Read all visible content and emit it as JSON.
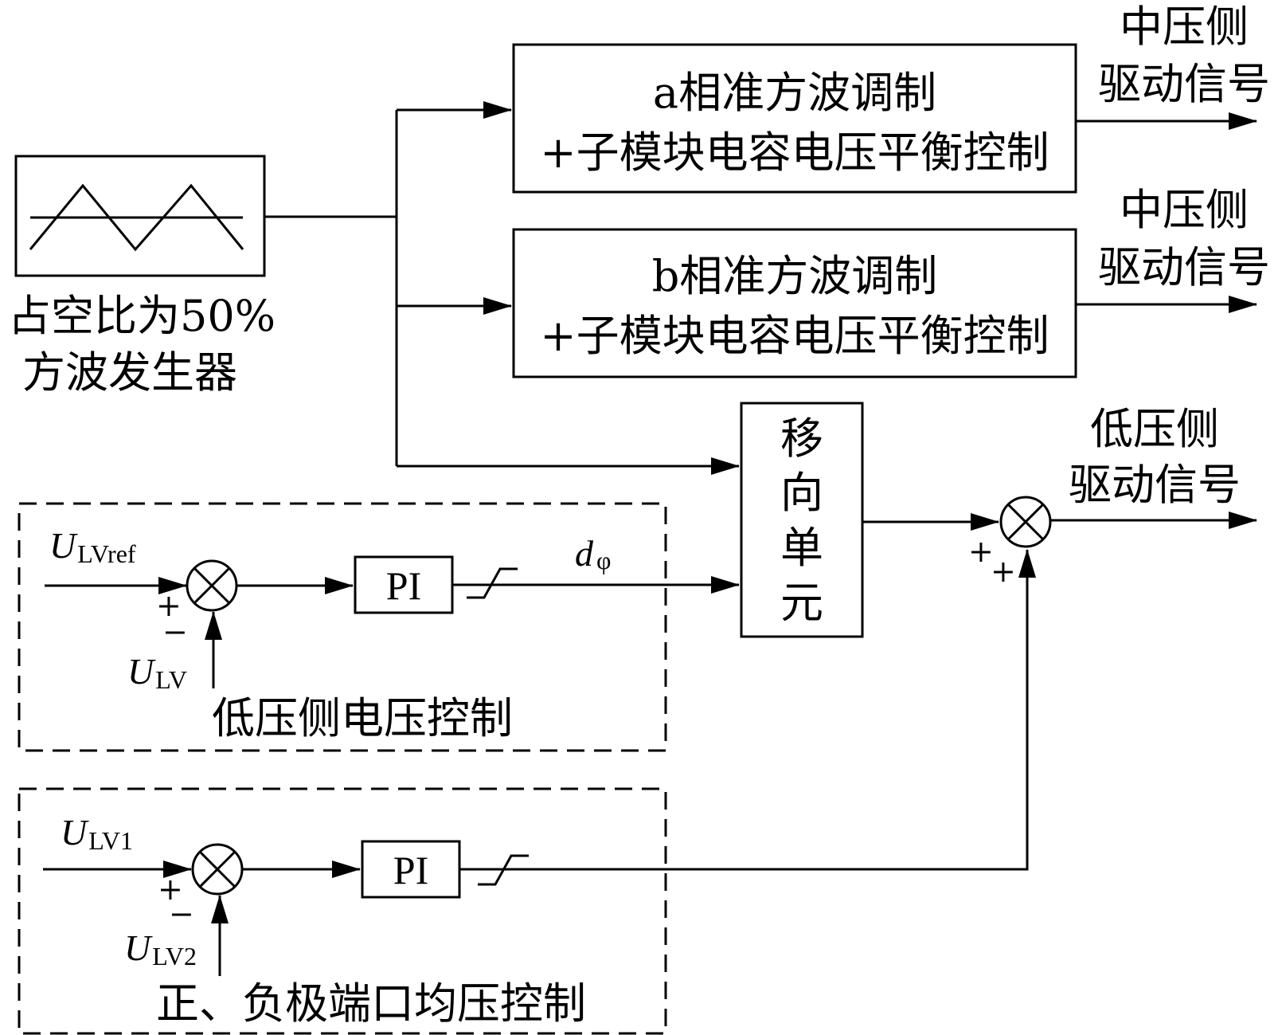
{
  "generator": {
    "label_line1": "占空比为50%",
    "label_line2": "方波发生器"
  },
  "modulator_a": {
    "line1": "a相准方波调制",
    "line2": "+子模块电容电压平衡控制"
  },
  "modulator_b": {
    "line1": "b相准方波调制",
    "line2": "+子模块电容电压平衡控制"
  },
  "mv_signal_a": {
    "line1": "中压侧",
    "line2": "驱动信号"
  },
  "mv_signal_b": {
    "line1": "中压侧",
    "line2": "驱动信号"
  },
  "lv_signal": {
    "line1": "低压侧",
    "line2": "驱动信号"
  },
  "phase_shift_unit": {
    "chars": [
      "移",
      "向",
      "单",
      "元"
    ]
  },
  "lv_control": {
    "title": "低压侧电压控制",
    "ref_main": "U",
    "ref_sub": "LVref",
    "fb_main": "U",
    "fb_sub": "LV",
    "sign_plus": "+",
    "sign_minus": "−",
    "pi_label": "PI",
    "output_main": "d",
    "output_sub": "φ"
  },
  "balance_control": {
    "title": "正、负极端口均压控制",
    "ref_main": "U",
    "ref_sub": "LV1",
    "fb_main": "U",
    "fb_sub": "LV2",
    "sign_plus": "+",
    "sign_minus": "−",
    "pi_label": "PI"
  },
  "final_summer": {
    "sign_a": "+",
    "sign_b": "+"
  }
}
